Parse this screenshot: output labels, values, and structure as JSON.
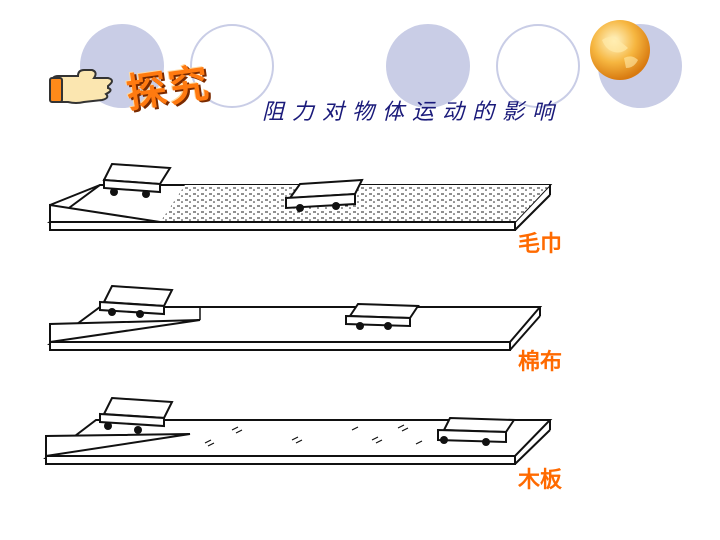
{
  "header": {
    "badge_text": "探究",
    "title": "阻力对物体运动的影响"
  },
  "experiments": [
    {
      "surface_label": "毛巾"
    },
    {
      "surface_label": "棉布"
    },
    {
      "surface_label": "木板"
    }
  ],
  "colors": {
    "accent": "#ff6a00",
    "title_text": "#1a1a7a",
    "circle": "#c9cde6",
    "globe": "#f4a52a"
  },
  "icons": [
    "pointing-hand-icon",
    "globe-icon"
  ]
}
